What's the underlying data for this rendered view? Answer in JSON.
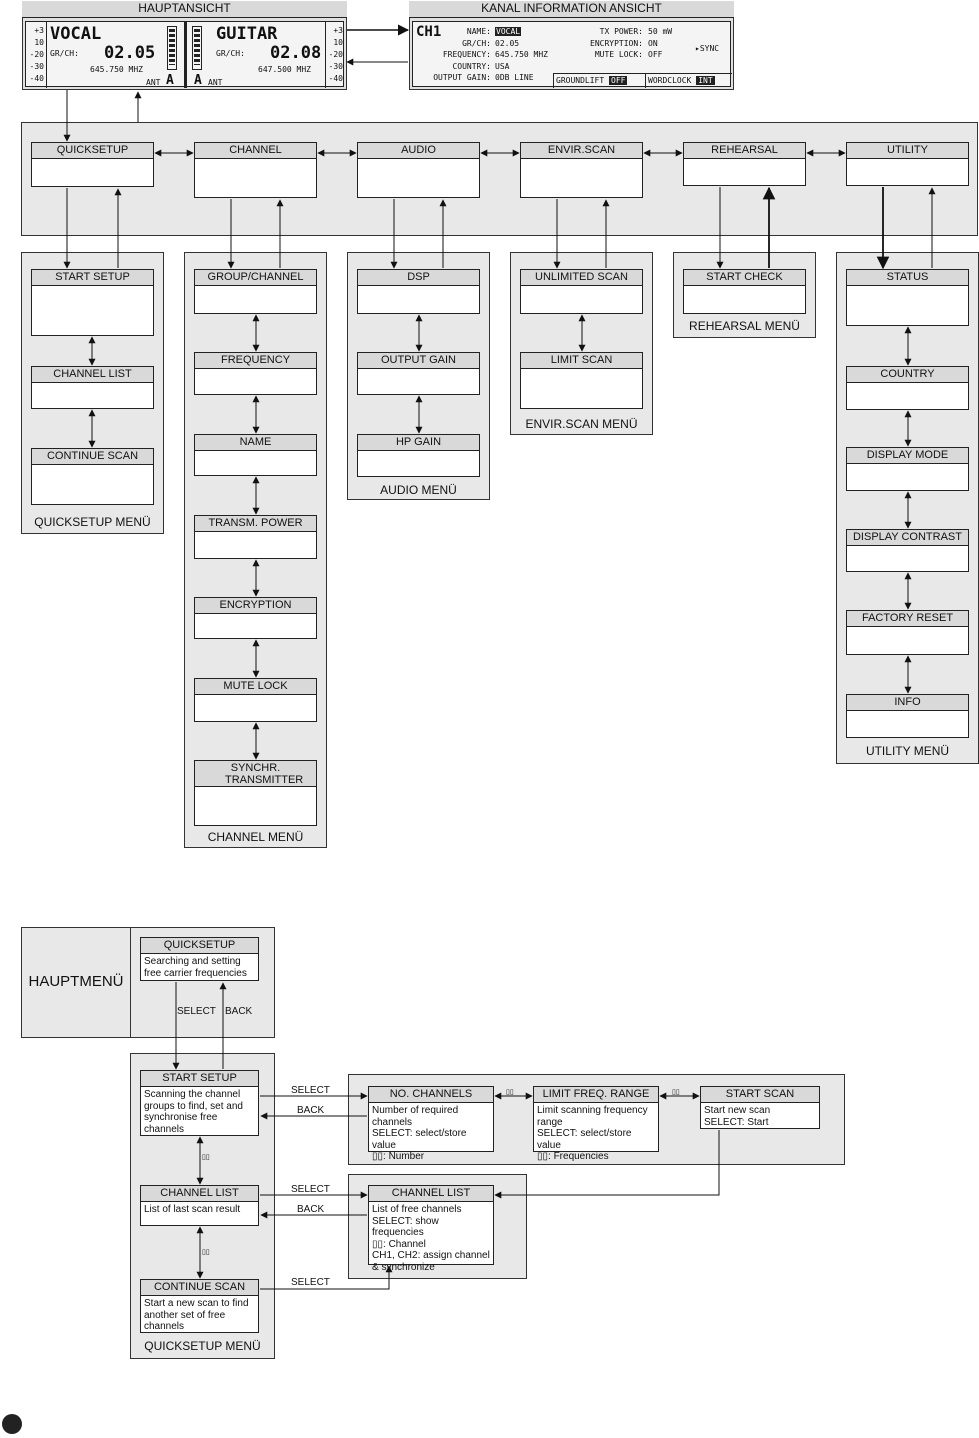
{
  "top": {
    "haupt": {
      "title": "HAUPTANSICHT",
      "ch1": {
        "name": "VOCAL",
        "grch_label": "GR/CH:",
        "grch": "02.05",
        "freq": "645.750 MHZ",
        "ant": "ANT",
        "ant_letter": "A"
      },
      "ch2": {
        "name": "GUITAR",
        "grch_label": "GR/CH:",
        "grch": "02.08",
        "freq": "647.500 MHZ",
        "ant": "ANT",
        "ant_letter": "A"
      },
      "scale": [
        "+3",
        "10",
        "-20",
        "-30",
        "-40"
      ]
    },
    "kanal": {
      "title": "KANAL INFORMATION ANSICHT",
      "ch": "CH1",
      "rows_left": [
        {
          "label": "NAME:",
          "value": "VOCAL"
        },
        {
          "label": "GR/CH:",
          "value": "02.05"
        },
        {
          "label": "FREQUENCY:",
          "value": "645.750 MHZ"
        },
        {
          "label": "COUNTRY:",
          "value": "USA"
        },
        {
          "label": "OUTPUT GAIN:",
          "value": "0DB LINE"
        }
      ],
      "rows_right": [
        {
          "label": "TX POWER:",
          "value": "50 mW"
        },
        {
          "label": "ENCRYPTION:",
          "value": "ON"
        },
        {
          "label": "MUTE LOCK:",
          "value": "OFF"
        }
      ],
      "sync": "▸SYNC",
      "groundlift": "GROUNDLIFT",
      "groundlift_val": "OFF",
      "wordclock": "WORDCLOCK",
      "wordclock_val": "INT"
    }
  },
  "menus": {
    "quicksetup": {
      "title": "QUICKSETUP",
      "caption": "QUICKSETUP MENÜ",
      "items": [
        "START SETUP",
        "CHANNEL LIST",
        "CONTINUE SCAN"
      ]
    },
    "channel": {
      "title": "CHANNEL",
      "caption": "CHANNEL MENÜ",
      "items": [
        "GROUP/CHANNEL",
        "FREQUENCY",
        "NAME",
        "TRANSM. POWER",
        "ENCRYPTION",
        "MUTE LOCK",
        "SYNCHR. TRANSMITTER"
      ]
    },
    "audio": {
      "title": "AUDIO",
      "caption": "AUDIO MENÜ",
      "items": [
        "DSP",
        "OUTPUT GAIN",
        "HP GAIN"
      ]
    },
    "envir": {
      "title": "ENVIR.SCAN",
      "caption": "ENVIR.SCAN MENÜ",
      "items": [
        "UNLIMITED SCAN",
        "LIMIT SCAN"
      ]
    },
    "rehearsal": {
      "title": "REHEARSAL",
      "caption": "REHEARSAL MENÜ",
      "items": [
        "START CHECK"
      ]
    },
    "utility": {
      "title": "UTILITY",
      "caption": "UTILITY MENÜ",
      "items": [
        "STATUS",
        "COUNTRY",
        "DISPLAY MODE",
        "DISPLAY CONTRAST",
        "FACTORY RESET",
        "INFO"
      ]
    }
  },
  "detail": {
    "hauptmenu": "HAUPTMENÜ",
    "quicksetup": {
      "title": "QUICKSETUP",
      "desc": "Searching and setting free carrier frequencies"
    },
    "select": "SELECT",
    "back": "BACK",
    "updown": "▯▯",
    "caption": "QUICKSETUP MENÜ",
    "start_setup": {
      "title": "START SETUP",
      "desc": "Scanning the channel groups to find, set and synchronise free channels"
    },
    "channel_list": {
      "title": "CHANNEL LIST",
      "desc": "List of last scan result"
    },
    "continue_scan": {
      "title": "CONTINUE SCAN",
      "desc": "Start a new scan to find another set of free channels"
    },
    "no_channels": {
      "title": "NO. CHANNELS",
      "desc1": "Number of required channels",
      "desc2": "SELECT: select/store value",
      "desc3": "▯▯: Number"
    },
    "limit_freq": {
      "title": "LIMIT FREQ. RANGE",
      "desc1": "Limit scanning frequency range",
      "desc2": "SELECT: select/store value",
      "desc3": "▯▯: Frequencies"
    },
    "start_scan": {
      "title": "START SCAN",
      "desc1": "Start new scan",
      "desc2": "SELECT: Start"
    },
    "channel_list2": {
      "title": "CHANNEL LIST",
      "desc1": "List of free channels",
      "desc2": "SELECT: show frequencies",
      "desc3": "▯▯: Channel",
      "desc4": "CH1, CH2: assign channel & synchronize"
    }
  }
}
